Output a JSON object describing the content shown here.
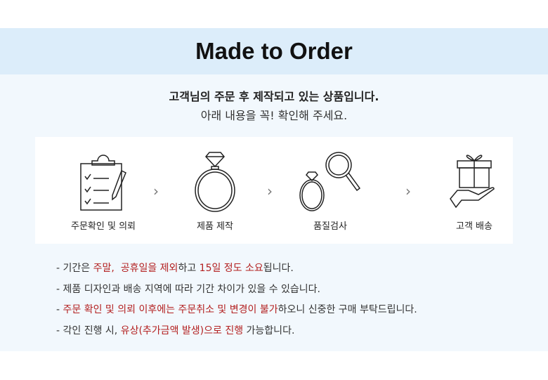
{
  "header": {
    "title": "Made to Order"
  },
  "intro": {
    "line1": "고객님의 주문 후 제작되고 있는 상품입니다.",
    "line2": "아래 내용을 꼭! 확인해 주세요."
  },
  "steps": [
    {
      "label": "주문확인 및  의뢰",
      "icon": "clipboard-checklist-icon"
    },
    {
      "label": "제품 제작",
      "icon": "diamond-ring-icon"
    },
    {
      "label": "품질검사",
      "icon": "magnifier-ring-icon"
    },
    {
      "label": "고객 배송",
      "icon": "gift-hand-icon"
    }
  ],
  "arrow": "›",
  "notes": [
    [
      {
        "t": "- 기간은 "
      },
      {
        "t": "주말,  공휴일을 제외",
        "red": true
      },
      {
        "t": "하고 "
      },
      {
        "t": "15일 정도 소요",
        "red": true
      },
      {
        "t": "됩니다."
      }
    ],
    [
      {
        "t": "- 제품 디자인과 배송 지역에 따라 기간 차이가 있을 수 있습니다."
      }
    ],
    [
      {
        "t": "- "
      },
      {
        "t": "주문 확인 및 의뢰 이후에는 주문취소 및 변경이 불가",
        "red": true
      },
      {
        "t": "하오니 신중한 구매 부탁드립니다."
      }
    ],
    [
      {
        "t": "- 각인 진행 시, "
      },
      {
        "t": "유상(추가금액 발생)으로 진행",
        "red": true
      },
      {
        "t": " 가능합니다."
      }
    ]
  ],
  "colors": {
    "header_bg": "#dcedfa",
    "body_bg": "#f2f8fd",
    "accent_red": "#b32020"
  }
}
